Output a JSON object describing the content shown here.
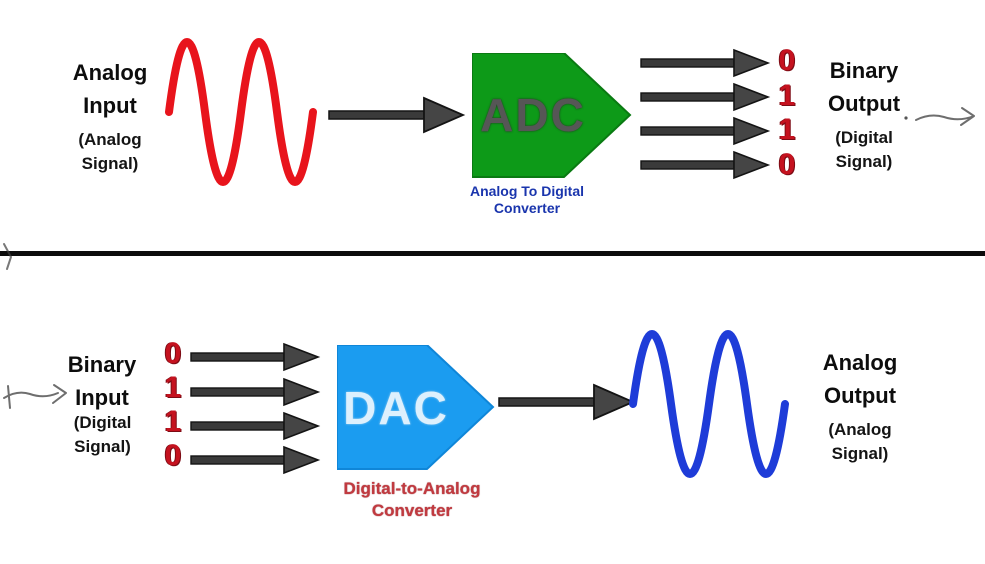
{
  "adc": {
    "input_title": "Analog Input",
    "input_subtitle": "(Analog Signal)",
    "block_label": "ADC",
    "block_caption": "Analog To Digital Converter",
    "bits": [
      "0",
      "1",
      "1",
      "0"
    ],
    "output_title": "Binary Output",
    "output_subtitle": "(Digital Signal)"
  },
  "dac": {
    "input_title": "Binary Input",
    "input_subtitle": "(Digital Signal)",
    "bits": [
      "0",
      "1",
      "1",
      "0"
    ],
    "block_label": "DAC",
    "block_caption": "Digital-to-Analog Converter",
    "output_title": "Analog Output",
    "output_subtitle": "(Analog Signal)"
  },
  "colors": {
    "analog_input_wave": "#e8141c",
    "analog_output_wave": "#1e3cd8",
    "adc_block": "#0d9a18",
    "dac_block": "#1b9cf0",
    "adc_caption_text": "#1a35ad",
    "dac_caption_text": "#c13a40",
    "bit_text": "#c5121f",
    "arrow": "#3a3a3a",
    "divider": "#0c0c0c",
    "background": "#ffffff"
  }
}
